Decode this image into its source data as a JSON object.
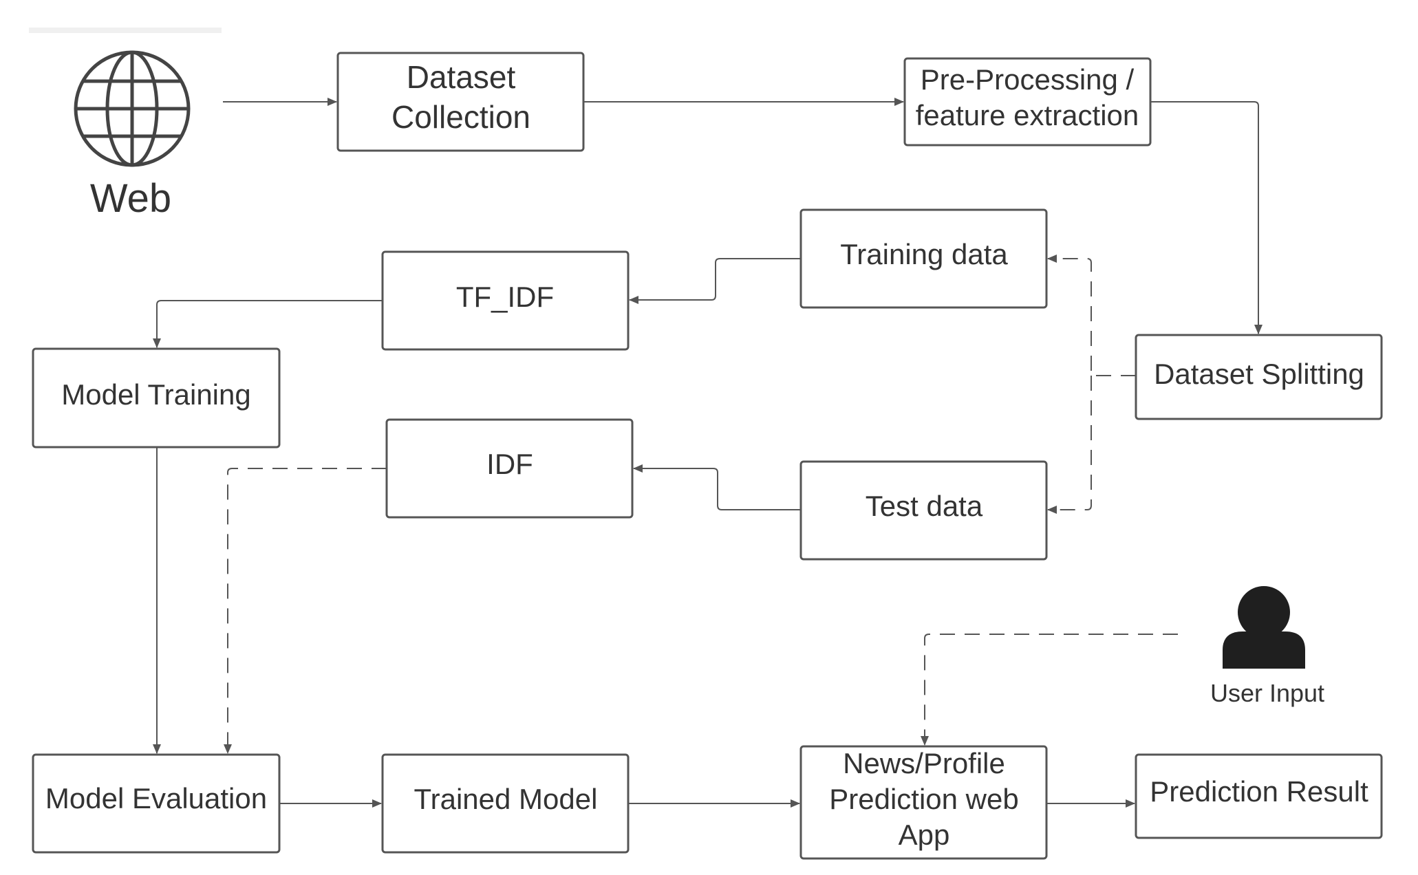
{
  "nodes": {
    "web": "Web",
    "dataset_collection": [
      "Dataset",
      "Collection"
    ],
    "preprocessing": [
      "Pre-Processing /",
      "feature extraction"
    ],
    "training_data": "Training data",
    "tf_idf": "TF_IDF",
    "model_training": "Model Training",
    "idf": "IDF",
    "dataset_splitting": "Dataset Splitting",
    "test_data": "Test data",
    "user_input": "User Input",
    "model_evaluation": "Model Evaluation",
    "trained_model": "Trained Model",
    "web_app": [
      "News/Profile",
      "Prediction web",
      "App"
    ],
    "prediction_result": "Prediction Result"
  },
  "colors": {
    "line": "#555555",
    "text": "#333333",
    "user_icon": "#1f1f1f"
  },
  "icons": {
    "web": "globe-icon",
    "user": "user-icon"
  }
}
